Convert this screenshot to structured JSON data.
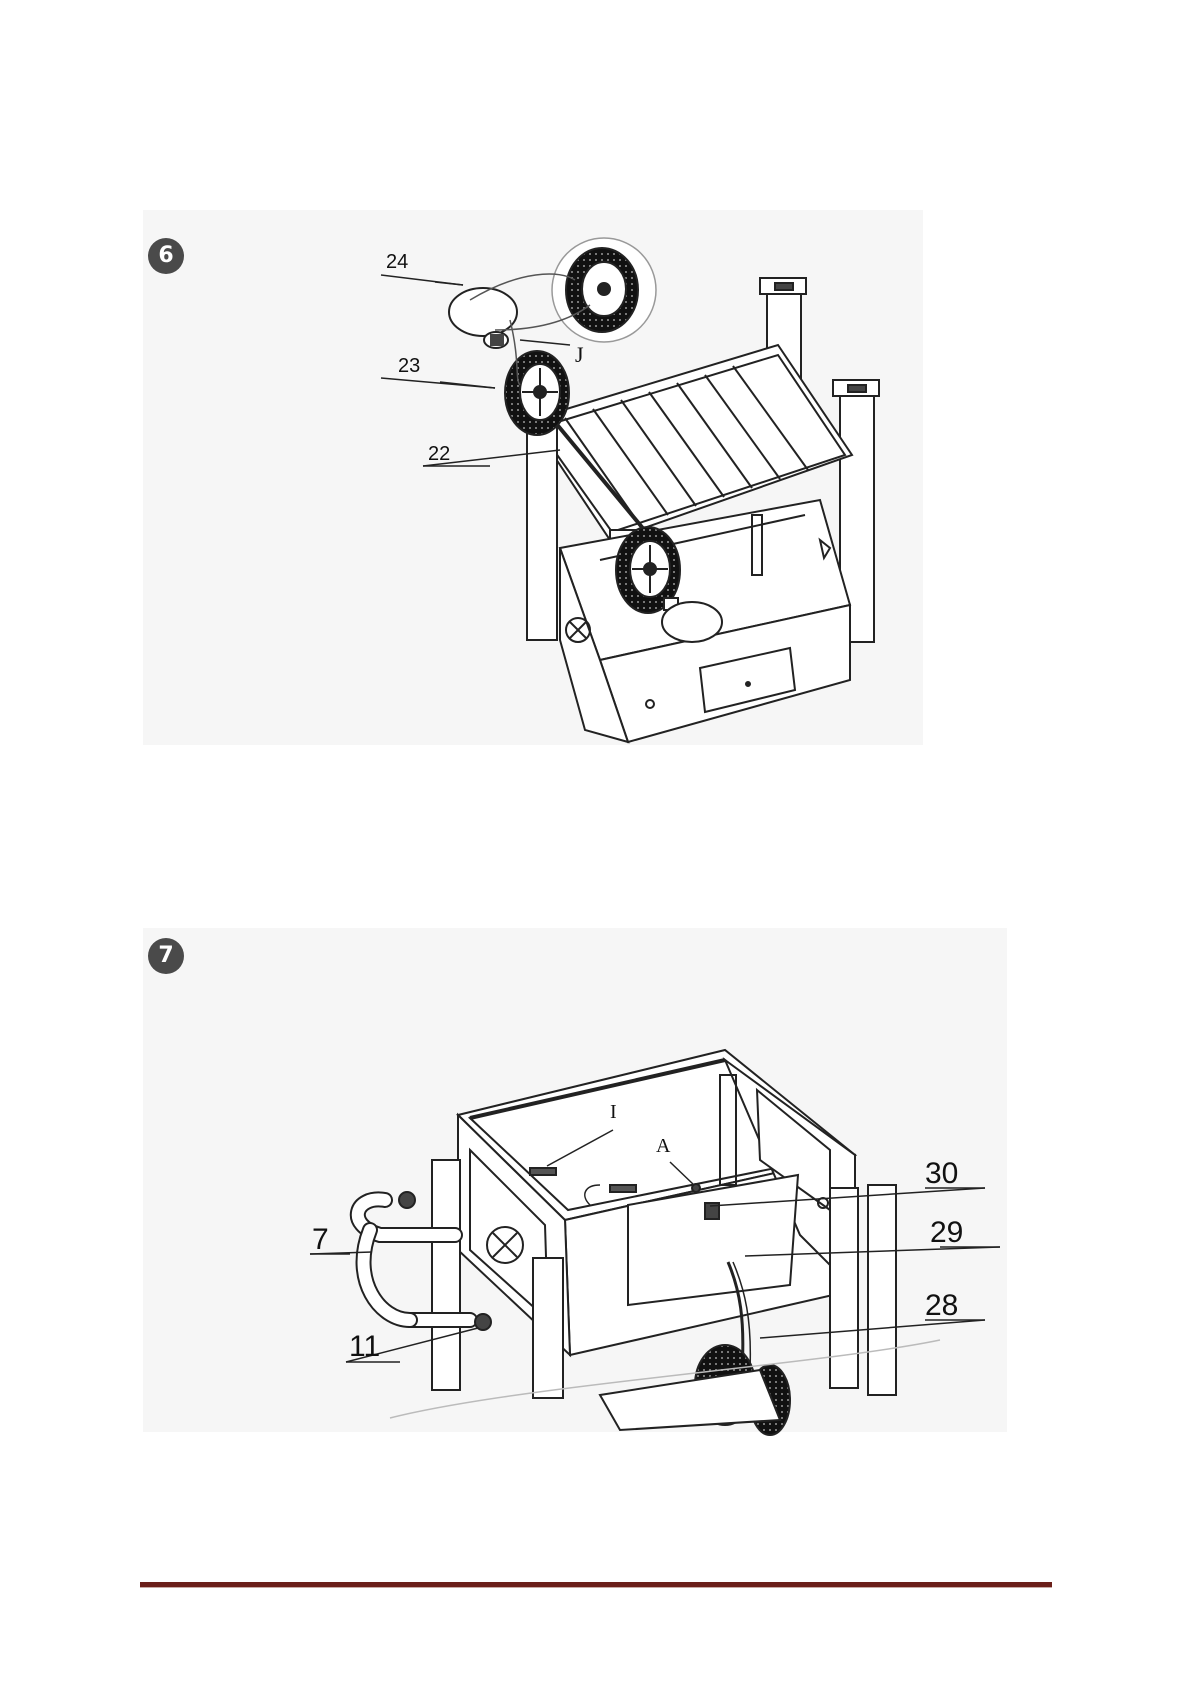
{
  "steps": [
    {
      "number": "6",
      "callouts": [
        "24",
        "J",
        "23",
        "22"
      ]
    },
    {
      "number": "7",
      "callouts": [
        "I",
        "A",
        "30",
        "29",
        "7",
        "28",
        "11"
      ]
    }
  ],
  "colors": {
    "panel_background": "#f6f6f6",
    "step_badge": "#4a4a4a",
    "footer_rule": "#6b1f1a",
    "line_art": "#222222"
  }
}
